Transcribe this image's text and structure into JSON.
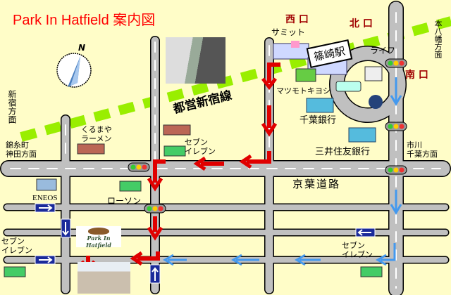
{
  "title": "Park In Hatfield 案内図",
  "colors": {
    "background": "#fffdc8",
    "road": "#c0c0c0",
    "rail": "#99ee00",
    "route_red": "#e00000",
    "route_blue": "#4499ee",
    "title": "#ff0000"
  },
  "compass": {
    "label": "N"
  },
  "station": {
    "name": "篠崎駅",
    "exits": {
      "west": "西 口",
      "north": "北 口",
      "south": "南 口"
    }
  },
  "rail_line": "都営新宿線",
  "road_main": "京葉道路",
  "directions": {
    "shinjuku": "新宿方面",
    "kinshicho": "錦糸町\n神田方面",
    "motoyawata": "本八幡方面",
    "ichikawa": "市川\n千葉方面"
  },
  "places": {
    "summit": "サミット",
    "life": "ライフ",
    "matsumoto": "マツモトキヨシ",
    "chiba_bank": "千葉銀行",
    "mitsui_bank": "三井住友銀行",
    "kurumaya": "くるまや\nラーメン",
    "seven_1": "セブン\nイレブン",
    "lawson": "ローソン",
    "eneos": "ENEOS",
    "seven_2": "セブン\nイレブン",
    "seven_3": "セブン\nイレブン"
  },
  "destination": {
    "logo_text": "Park In Hatfield"
  }
}
